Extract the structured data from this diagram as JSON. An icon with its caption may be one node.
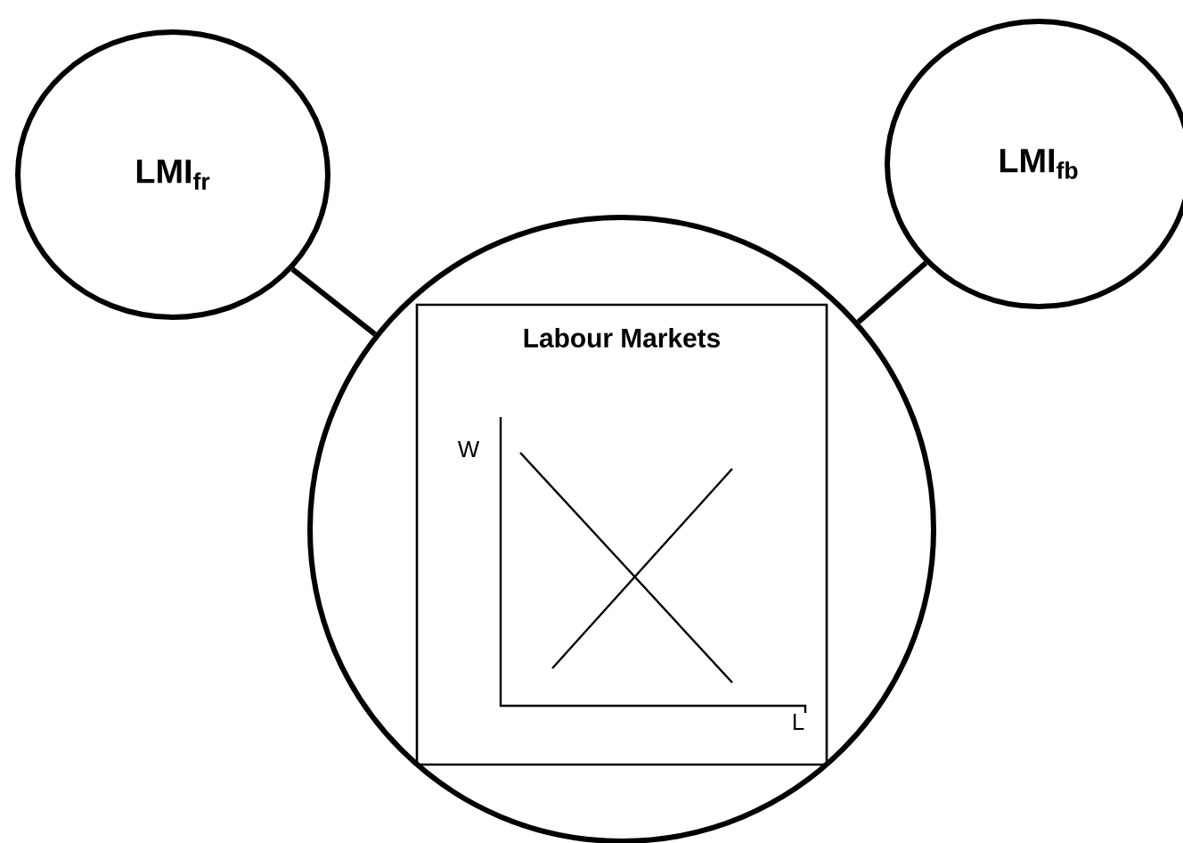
{
  "diagram": {
    "nodes": [
      {
        "text": [
          "LMI$_{fr}$"
        ]
      },
      {
        "text": [
          "LMI$_{fb}$"
        ]
      },
      {
        "text": [],
        "shape": "circle"
      },
      {
        "text": [
          "Labour Markets"
        ],
        "in": 2
      }
    ],
    "edges": [
      {
        "from": 0,
        "to": 2,
        "arrow": "none"
      },
      {
        "from": 1,
        "to": 2,
        "arrow": "none"
      }
    ],
    "labels": [
      "W",
      "L"
    ]
  }
}
